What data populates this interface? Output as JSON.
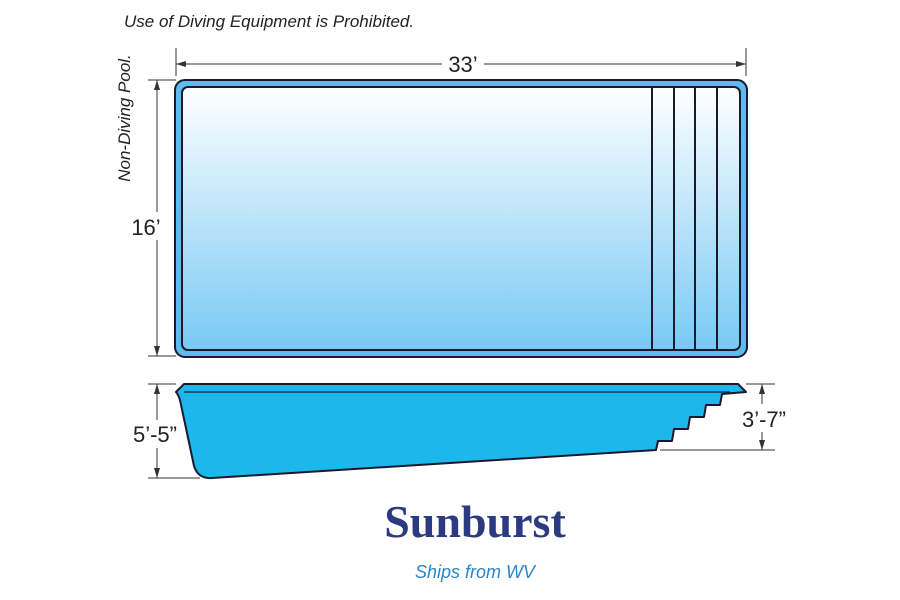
{
  "notice_top": "Use of Diving Equipment is Prohibited.",
  "notice_side": "Non-Diving Pool.",
  "dimensions": {
    "length": "33’",
    "width": "16’",
    "deep_end": "5’-5”",
    "shallow_end": "3’-7”"
  },
  "model_name": "Sunburst",
  "ships_from": "Ships from WV",
  "steps_count": 4,
  "colors": {
    "pool_outline": "#1a1a2e",
    "pool_rim": "#5cbcef",
    "water_top": "#ffffff",
    "water_bottom": "#78c9f4",
    "profile_fill": "#1cb8ec",
    "title": "#2c3a82",
    "subtitle": "#2a86c8"
  }
}
